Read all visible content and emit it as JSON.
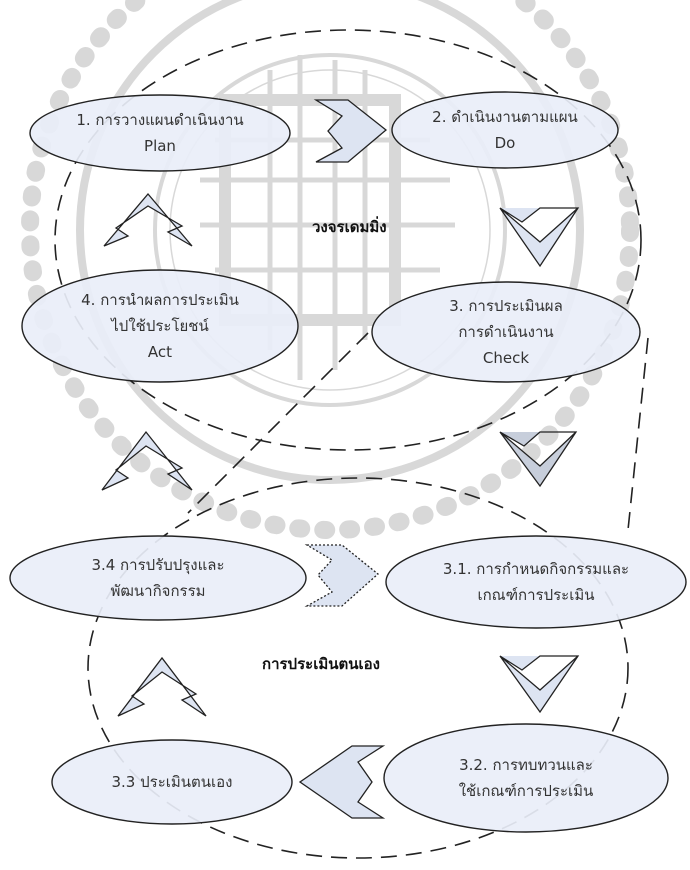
{
  "outer_cycle": {
    "label": "วงจรเดมมิ่ง",
    "steps": [
      {
        "lines": [
          "1. การวางแผนดำเนินงาน",
          "Plan"
        ]
      },
      {
        "lines": [
          "2. ดำเนินงานตามแผน",
          "Do"
        ]
      },
      {
        "lines": [
          "3. การประเมินผล",
          "การดำเนินงาน",
          "Check"
        ]
      },
      {
        "lines": [
          "4. การนำผลการประเมิน",
          "ไปใช้ประโยชน์",
          "Act"
        ]
      }
    ]
  },
  "inner_cycle": {
    "label": "การประเมินตนเอง",
    "steps": [
      {
        "lines": [
          "3.1. การกำหนดกิจกรรมและ",
          "เกณฑ์การประเมิน"
        ]
      },
      {
        "lines": [
          "3.2. การทบทวนและ",
          "ใช้เกณฑ์การประเมิน"
        ]
      },
      {
        "lines": [
          "3.3 ประเมินตนเอง"
        ]
      },
      {
        "lines": [
          "3.4 การปรับปรุงและ",
          "พัฒนากิจกรรม"
        ]
      }
    ]
  },
  "colors": {
    "node_fill": "#e9eef8",
    "node_stroke": "#222222",
    "arrow_fill": "#dde4f2",
    "arrow_stroke": "#222222",
    "watermark": "#d8d8d8",
    "dashed_line": "#222222"
  }
}
